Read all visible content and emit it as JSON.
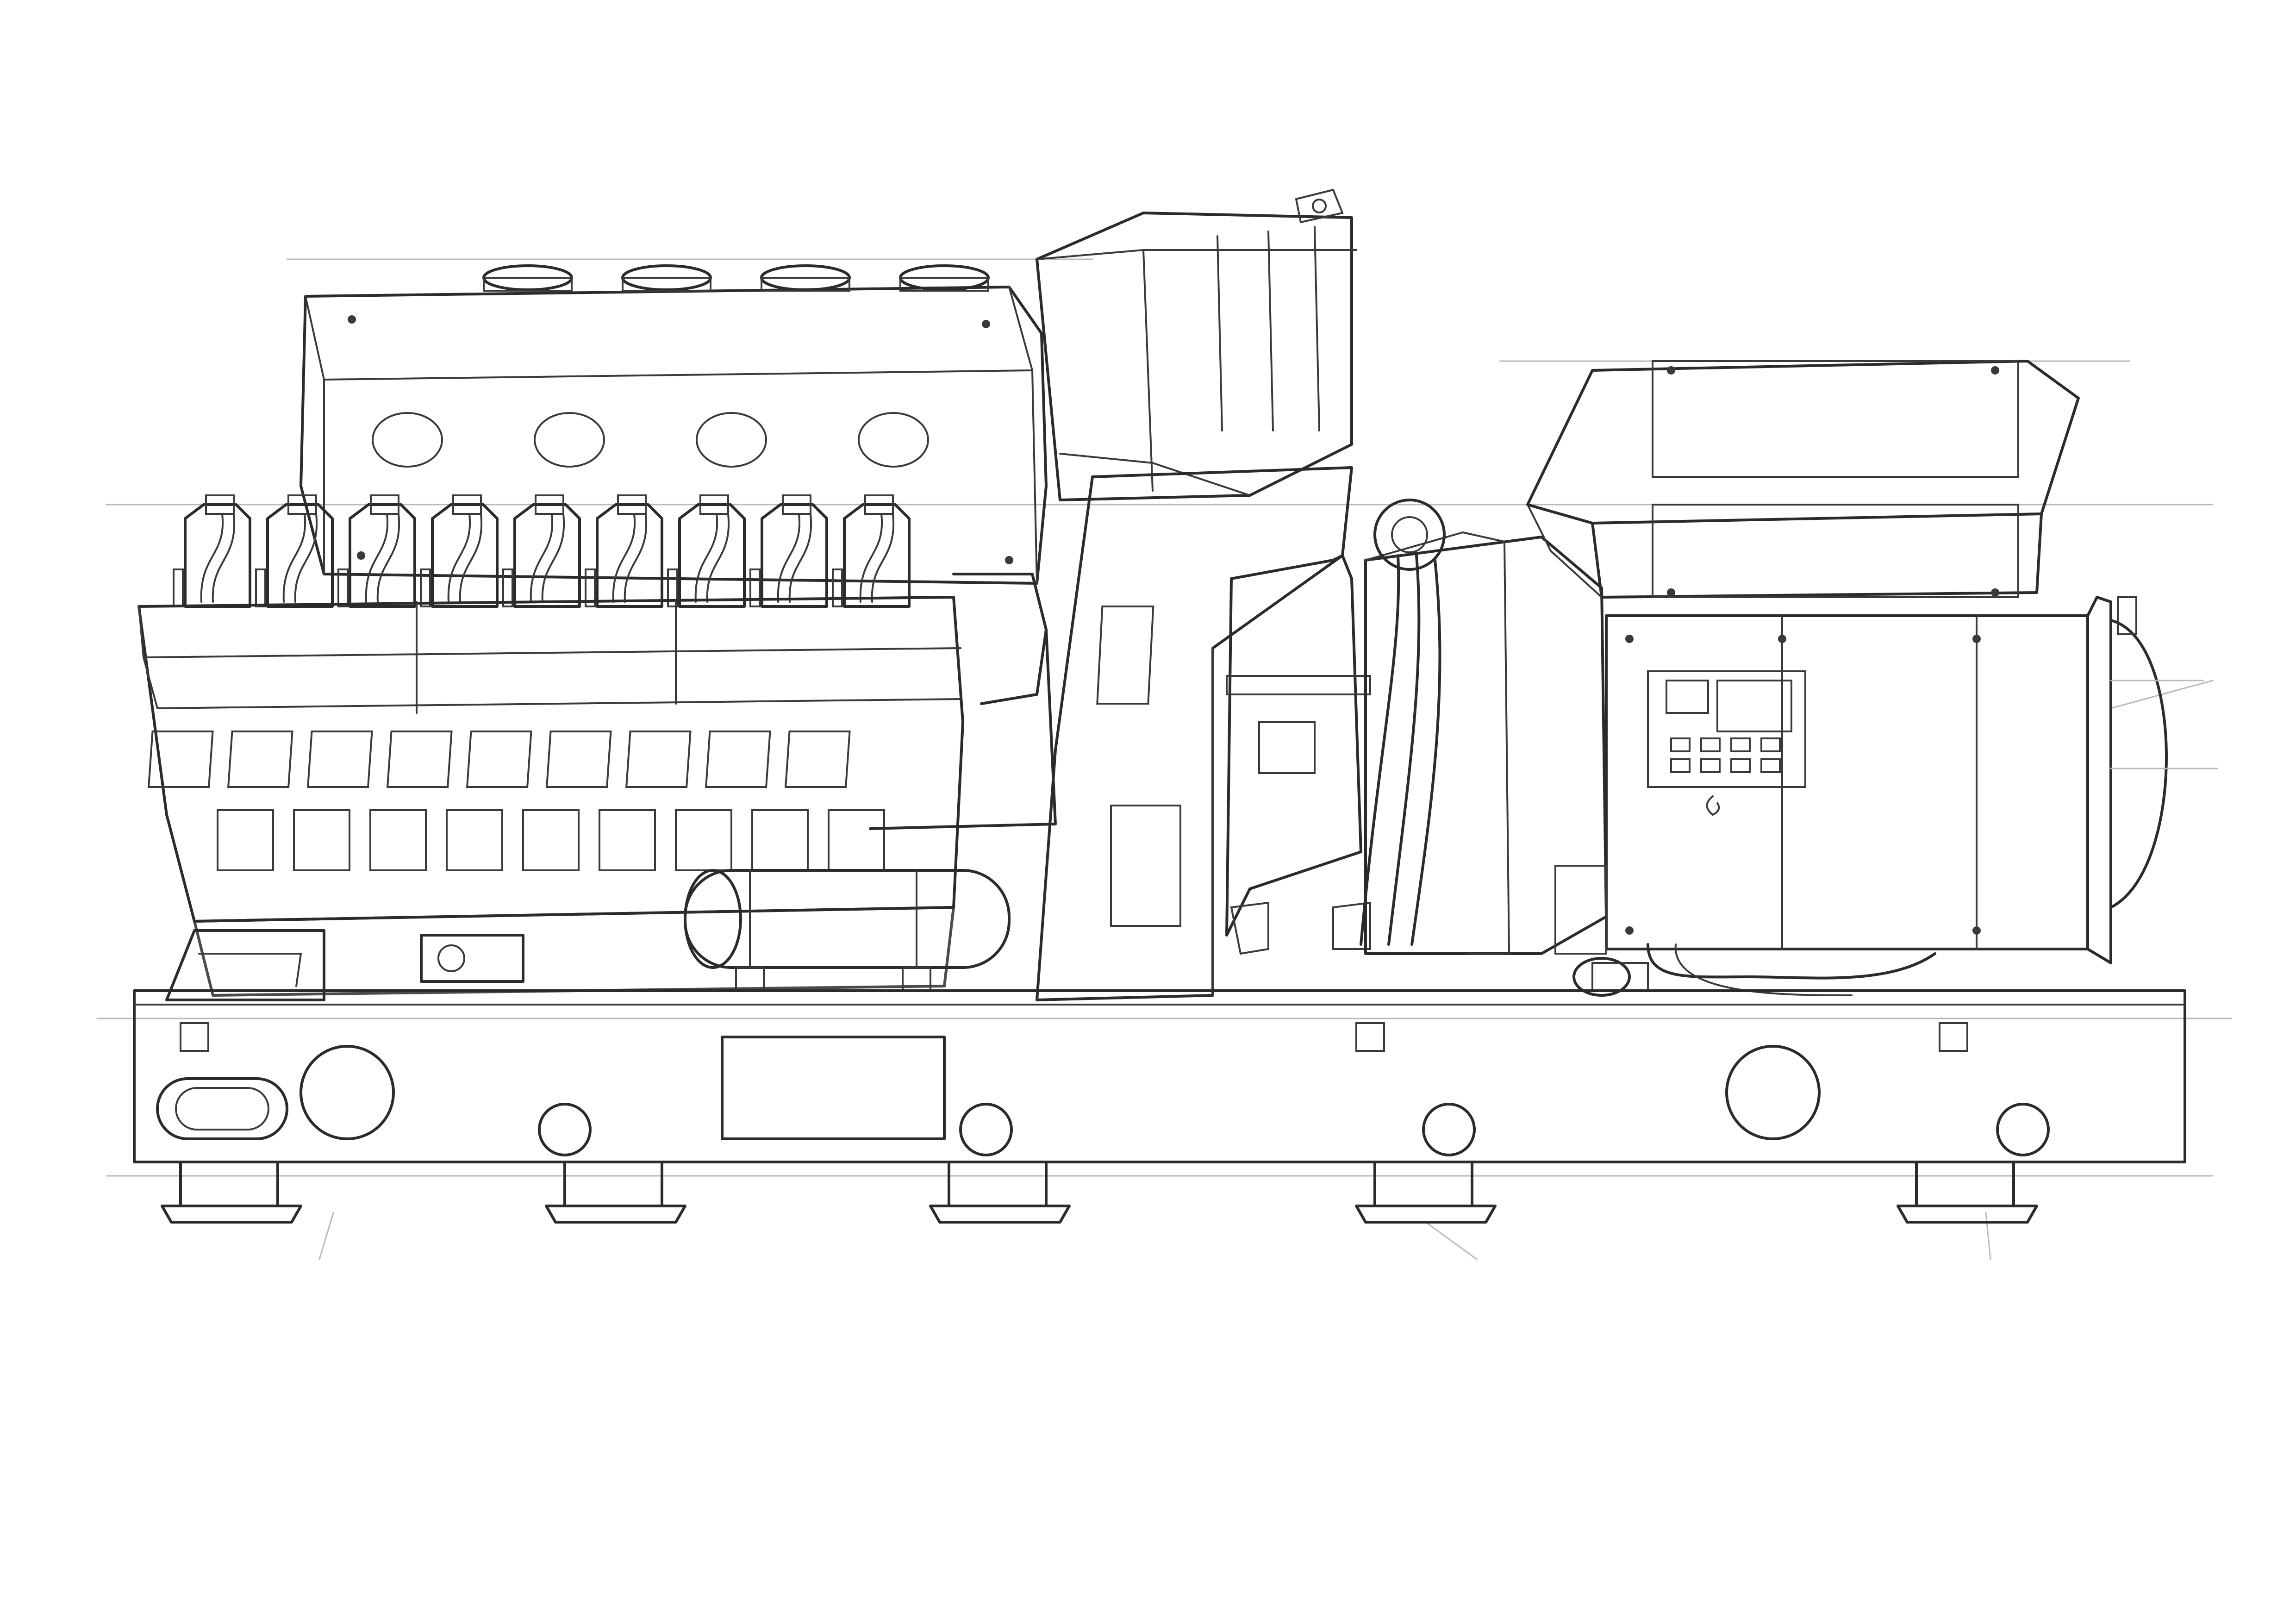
{
  "illustration": {
    "subject": "diesel-generator-set-sketch",
    "style": "pencil-sketch-grayscale",
    "colors": {
      "background": "#ffffff",
      "ink": "#2b2b2b",
      "shade_dark": "#6f6f6f",
      "shade_mid": "#9a9a9a",
      "shade_light": "#cfcfcf",
      "paper": "#f4f4f4"
    },
    "counts": {
      "engine_cylinders": 9,
      "manifold_caps": 4,
      "manifold_ports": 4,
      "upper_inspection_covers": 9,
      "lower_inspection_covers": 9,
      "skid_mounts": 5,
      "skid_holes": 4,
      "control_panel_buttons": 8
    }
  }
}
